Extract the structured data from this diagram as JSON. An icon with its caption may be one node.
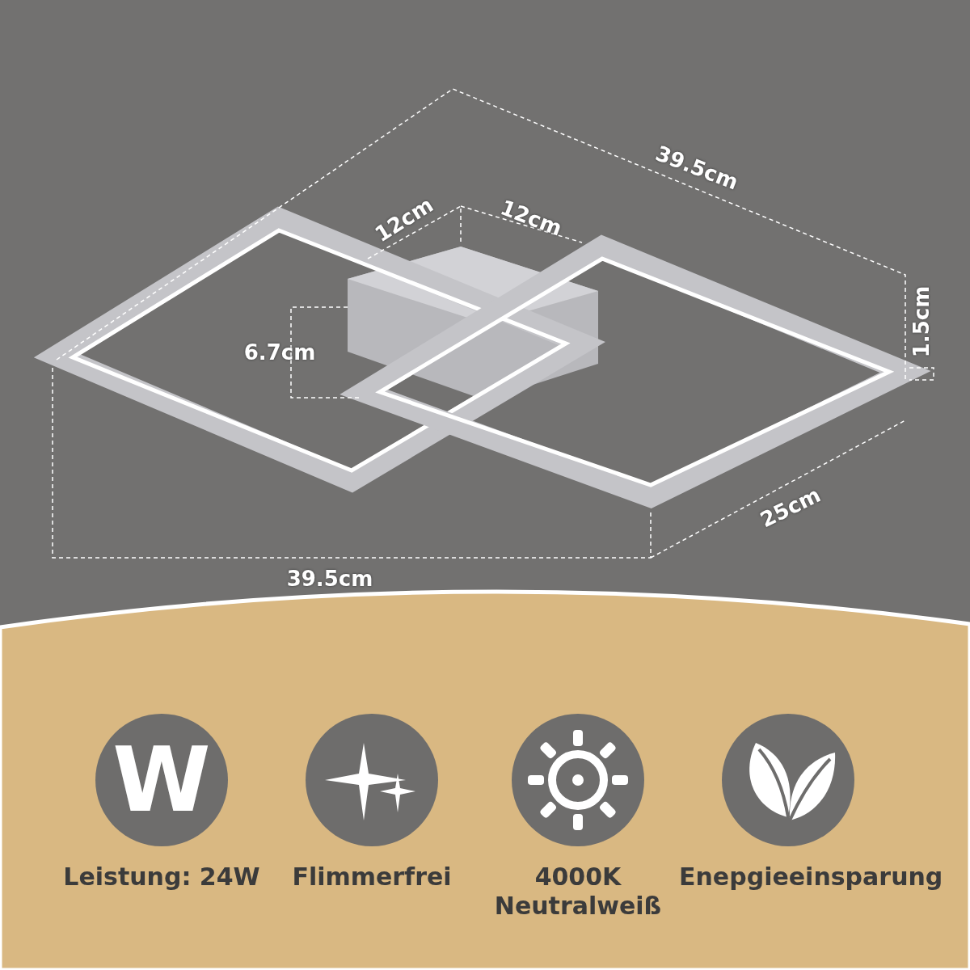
{
  "diagram": {
    "nodes": [
      {
        "text": [
          "W"
        ],
        "beside": [
          "Leistung: 24W"
        ]
      },
      {
        "text": [],
        "shape": "circle",
        "beside": [
          "Flimmerfrei"
        ]
      },
      {
        "text": [],
        "shape": "circle",
        "beside": [
          "4000K Neutralweiß"
        ]
      },
      {
        "text": [],
        "shape": "circle",
        "beside": [
          "Enepgieeinsparung"
        ]
      }
    ],
    "labels": [
      "39.5cm",
      "12cm",
      "12cm",
      "6.7cm",
      "1.5cm",
      "25cm",
      "39.5cm"
    ]
  }
}
